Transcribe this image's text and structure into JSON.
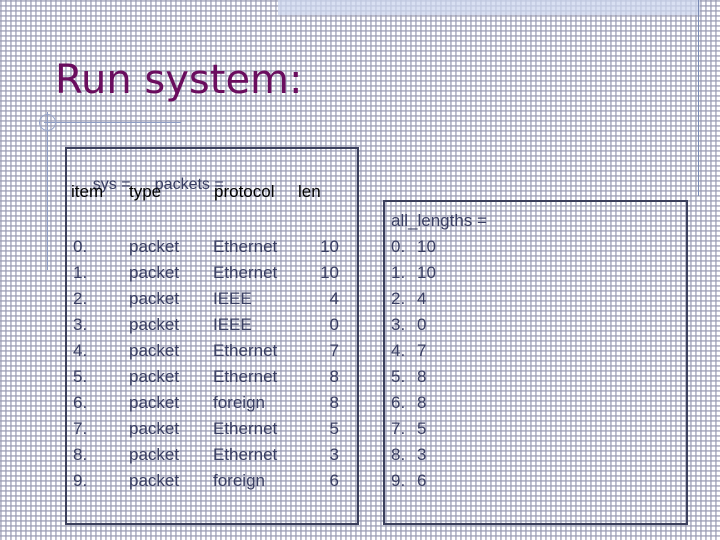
{
  "slide": {
    "title": "Run system:",
    "title_color": "#6a0d5e",
    "text_color": "#3a3f63",
    "banner_color": "#ccd6ee",
    "rule_color": "#8f9ec4",
    "border_color": "#3b3f5c",
    "background": "#ffffff"
  },
  "packets_panel": {
    "assignment_sys": "sys =",
    "assignment_packets": "packets =",
    "columns": [
      "item",
      "type",
      "protocol",
      "len"
    ],
    "rows": [
      {
        "item": "0.",
        "type": "packet",
        "protocol": "Ethernet",
        "len": "10"
      },
      {
        "item": "1.",
        "type": "packet",
        "protocol": "Ethernet",
        "len": "10"
      },
      {
        "item": "2.",
        "type": "packet",
        "protocol": "IEEE",
        "len": "4"
      },
      {
        "item": "3.",
        "type": "packet",
        "protocol": "IEEE",
        "len": "0"
      },
      {
        "item": "4.",
        "type": "packet",
        "protocol": "Ethernet",
        "len": "7"
      },
      {
        "item": "5.",
        "type": "packet",
        "protocol": "Ethernet",
        "len": "8"
      },
      {
        "item": "6.",
        "type": "packet",
        "protocol": "foreign",
        "len": "8"
      },
      {
        "item": "7.",
        "type": "packet",
        "protocol": "Ethernet",
        "len": "5"
      },
      {
        "item": "8.",
        "type": "packet",
        "protocol": "Ethernet",
        "len": "3"
      },
      {
        "item": "9.",
        "type": "packet",
        "protocol": "foreign",
        "len": "6"
      }
    ]
  },
  "lengths_panel": {
    "title": "all_lengths =",
    "rows": [
      {
        "index": "0.",
        "value": "10"
      },
      {
        "index": "1.",
        "value": "10"
      },
      {
        "index": "2.",
        "value": "4"
      },
      {
        "index": "3.",
        "value": "0"
      },
      {
        "index": "4.",
        "value": "7"
      },
      {
        "index": "5.",
        "value": "8"
      },
      {
        "index": "6.",
        "value": "8"
      },
      {
        "index": "7.",
        "value": "5"
      },
      {
        "index": "8.",
        "value": "3"
      },
      {
        "index": "9.",
        "value": "6"
      }
    ]
  }
}
